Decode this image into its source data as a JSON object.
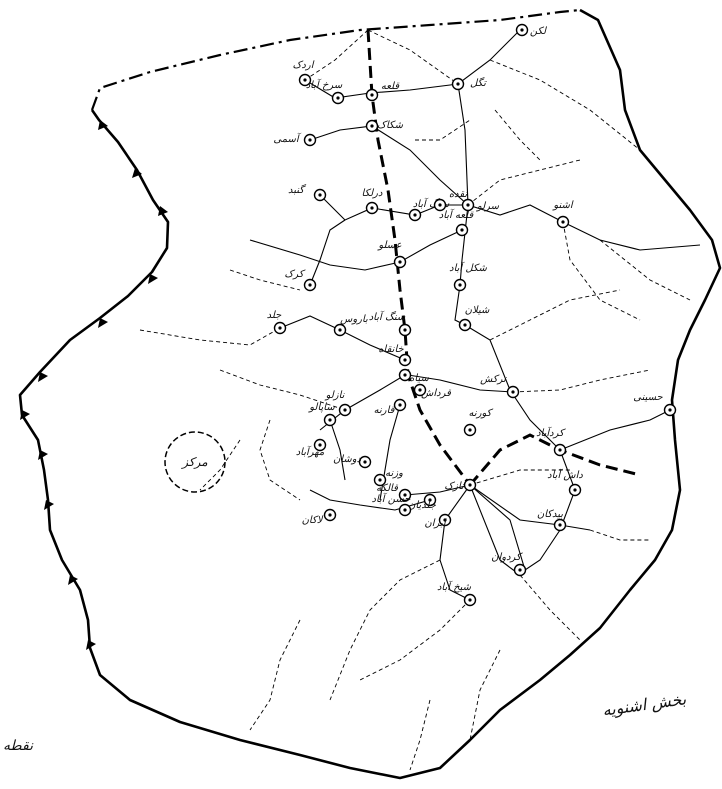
{
  "map": {
    "district_label": "بخش اشنویه",
    "center_label": "مرکز",
    "corner_label": "نقطه",
    "places": [
      "لکن",
      "اردک",
      "سرخ آباد",
      "تگل",
      "آسمی",
      "قلعه",
      "شکاک",
      "گنبد",
      "درلکا",
      "سنگ آباد",
      "نقده",
      "سرلو",
      "اشنو",
      "عسلو",
      "قلعه آباد",
      "شکل آباد",
      "کرک",
      "جلد",
      "باروس",
      "سنگ آباد",
      "شیلان",
      "خانقاه",
      "سیاه",
      "قرداش",
      "نازلو",
      "ساپالو",
      "مهرآباد",
      "قارنه",
      "کورنه",
      "ترکش",
      "حسینی",
      "کردآباد",
      "داش آباد",
      "بیدکان",
      "نازک",
      "قالکه",
      "دوشان",
      "وزنه",
      "جلدیان",
      "لاکان",
      "ابران",
      "کردوان",
      "شیخ آباد",
      "حسن آباد"
    ]
  }
}
